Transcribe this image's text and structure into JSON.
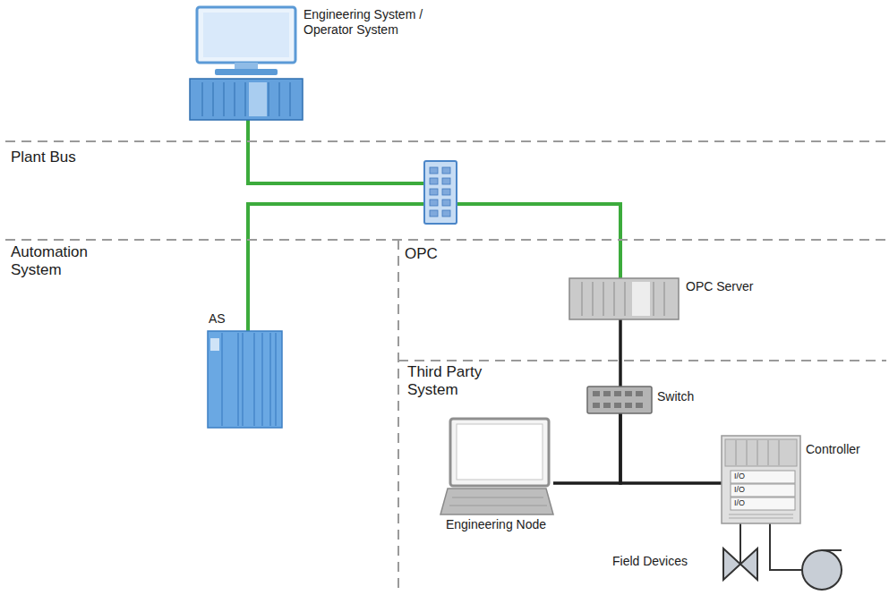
{
  "diagram": {
    "nodes": [
      {
        "text": [
          "Engineering System / Operator System"
        ]
      },
      {
        "text": [
          "AS"
        ]
      },
      {
        "text": [
          "OPC Server"
        ]
      },
      {
        "text": [
          "Switch"
        ]
      },
      {
        "text": [
          "Engineering Node"
        ]
      },
      {
        "text": [
          "Controller",
          "I/O",
          "I/O",
          "I/O"
        ]
      },
      {
        "text": [
          "Field Devices"
        ]
      }
    ],
    "edges": [
      {
        "from": 0,
        "to": 1,
        "arrow": "none"
      },
      {
        "from": 0,
        "to": 2,
        "arrow": "none"
      },
      {
        "from": 2,
        "to": 3,
        "arrow": "none"
      },
      {
        "from": 3,
        "to": 4,
        "arrow": "none"
      },
      {
        "from": 3,
        "to": 5,
        "arrow": "none"
      },
      {
        "from": 5,
        "to": 6,
        "arrow": "none"
      },
      {
        "from": 5,
        "to": 6,
        "arrow": "none"
      }
    ],
    "labels": [
      "Plant Bus",
      "Automation System",
      "OPC",
      "Third Party System"
    ]
  }
}
